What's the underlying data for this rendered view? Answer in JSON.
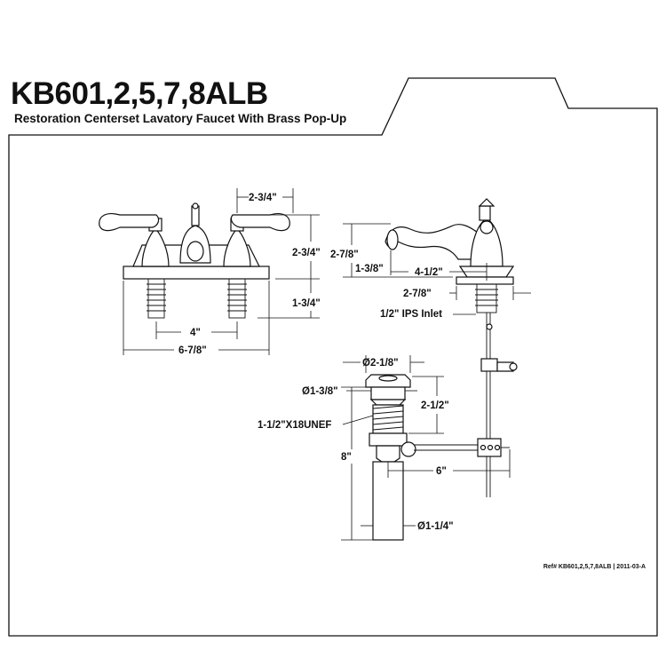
{
  "header": {
    "model": "KB601,2,5,7,8ALB",
    "description": "Restoration Centerset Lavatory Faucet With Brass Pop-Up"
  },
  "front_view": {
    "handle_height": "2-3/4\"",
    "handle_spread_top": "2-3/4\"",
    "shank_length": "1-3/4\"",
    "center_spread": "4\"",
    "overall_width": "6-7/8\""
  },
  "side_view": {
    "spout_height": "2-7/8\"",
    "spout_opening": "1-3/8\"",
    "spout_reach": "4-1/2\"",
    "base_depth": "2-7/8\"",
    "inlet": "1/2\" IPS Inlet"
  },
  "drain_view": {
    "flange_diameter": "Ø2-1/8\"",
    "body_diameter": "Ø1-3/8\"",
    "thread_length": "2-1/2\"",
    "thread_spec": "1-1/2\"X18UNEF",
    "tailpiece_length": "8\"",
    "rod_length": "6\"",
    "tailpiece_diameter": "Ø1-1/4\""
  },
  "footer": {
    "reference": "Ref# KB601,2,5,7,8ALB | 2011-03-A"
  }
}
